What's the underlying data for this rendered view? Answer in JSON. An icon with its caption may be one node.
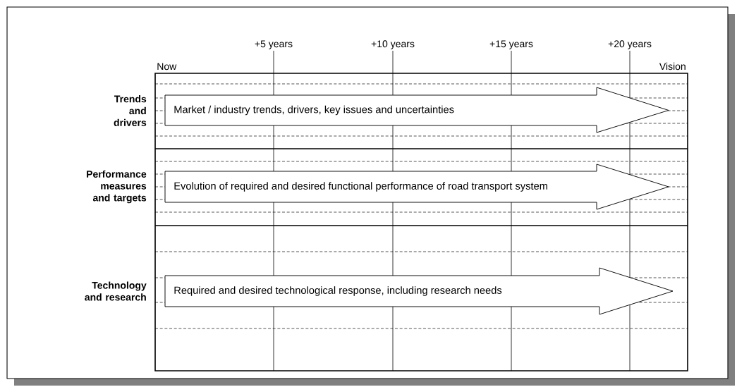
{
  "diagram": {
    "nodes": [
      {
        "text": [
          "Market / industry trends, drivers, key issues and uncertainties"
        ]
      },
      {
        "text": [
          "Evolution of required and desired functional performance of road transport system"
        ]
      },
      {
        "text": [
          "Required and desired technological response, including research needs"
        ]
      }
    ],
    "labels": [
      "+5 years",
      "+10 years",
      "+15 years",
      "+20 years",
      "Now",
      "Vision",
      "Trends and drivers",
      "Performance measures and targets",
      "Technology and research"
    ]
  }
}
